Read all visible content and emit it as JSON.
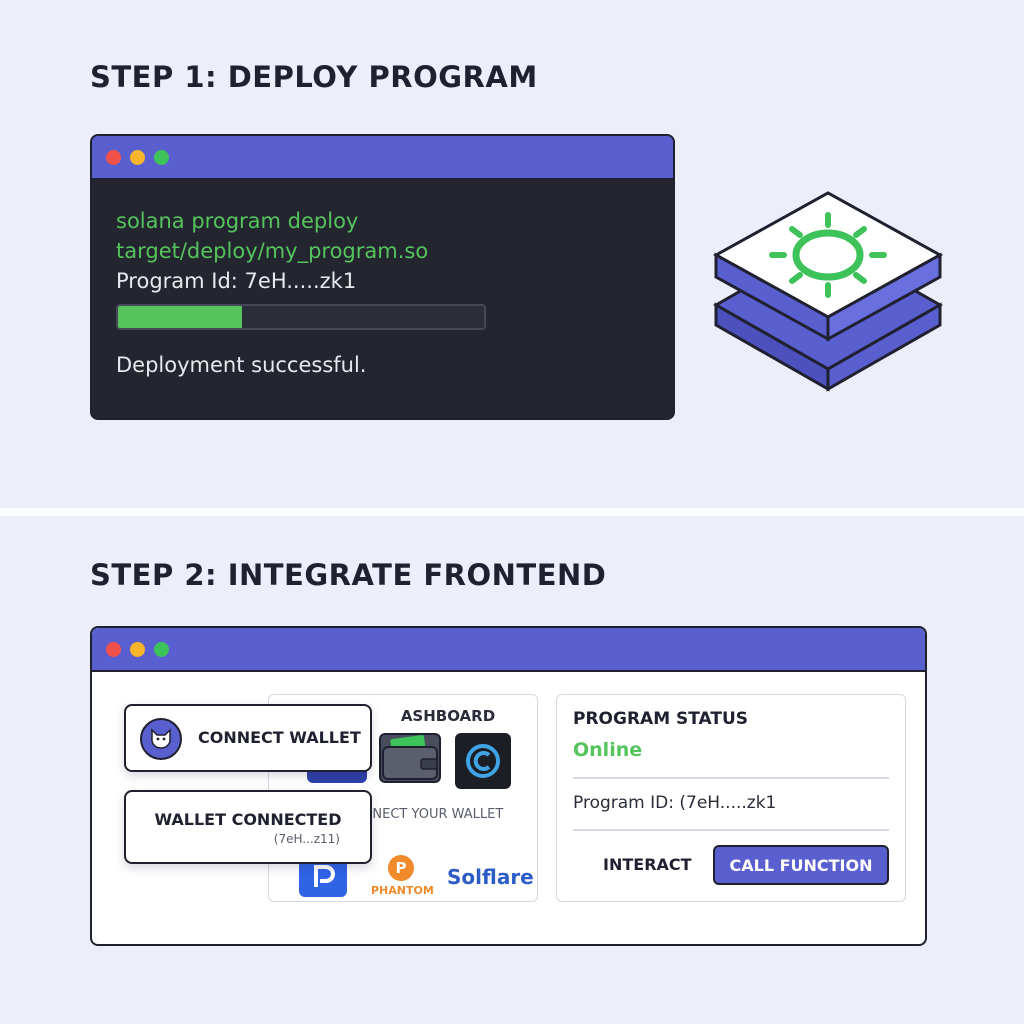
{
  "step1": {
    "title": "STEP 1: DEPLOY PROGRAM",
    "terminal": {
      "command_line1": "solana program deploy",
      "command_line2": "target/deploy/my_program.so",
      "program_id_line": "Program Id: 7eH.....zk1",
      "progress_fraction": 0.34,
      "status": "Deployment successful."
    },
    "icon": "program-stack-icon"
  },
  "step2": {
    "title": "STEP 2: INTEGRATE FRONTEND",
    "dashboard": {
      "title": "ASHBOARD",
      "subtitle": "NNECT YOUR WALLET",
      "solflare_label": "Solflare",
      "phantom_label": "PHANTOM",
      "phantom_glyph": "P"
    },
    "connect_wallet": {
      "label": "CONNECT WALLET"
    },
    "wallet_connected": {
      "label": "WALLET CONNECTED",
      "address": "(7eH...z11)"
    },
    "program_status": {
      "title": "PROGRAM STATUS",
      "state": "Online",
      "program_id": "Program ID:  (7eH.....zk1",
      "interact_label": "INTERACT",
      "call_label": "CALL FUNCTION"
    }
  },
  "colors": {
    "accent": "#5a5fcf",
    "success": "#55c45c",
    "terminal_bg": "#23252f",
    "background": "#eceef9"
  }
}
